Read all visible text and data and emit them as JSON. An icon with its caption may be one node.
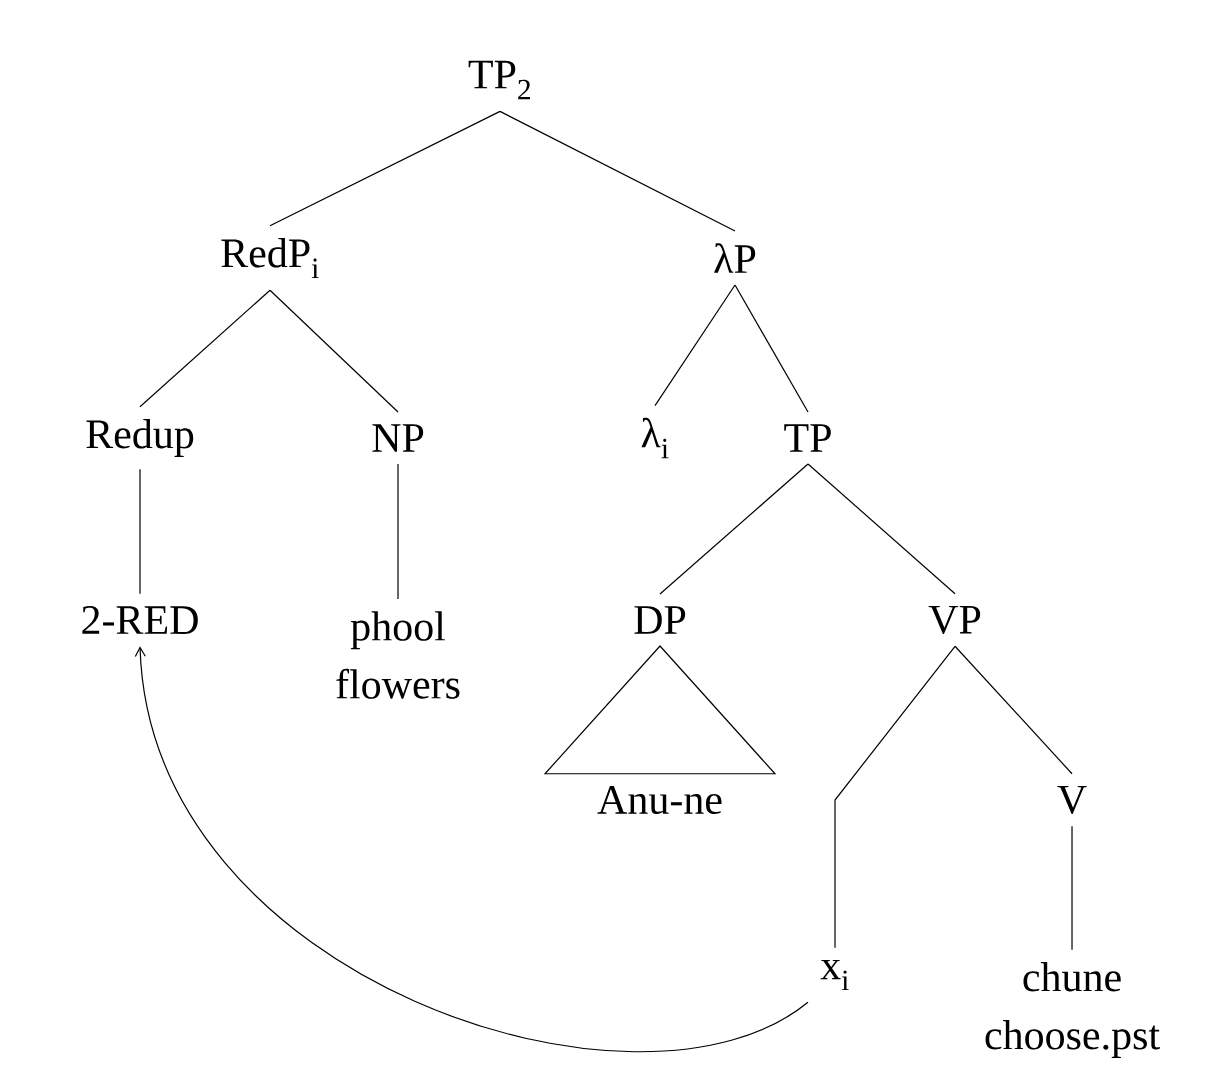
{
  "diagram": {
    "nodes": [
      {
        "text": [
          "TP$_{2}$"
        ]
      },
      {
        "text": [
          "RedP$_{i}$"
        ]
      },
      {
        "text": [
          "λP"
        ]
      },
      {
        "text": [
          "Redup"
        ]
      },
      {
        "text": [
          "NP"
        ]
      },
      {
        "text": [
          "λ$_{i}$"
        ]
      },
      {
        "text": [
          "TP"
        ]
      },
      {
        "text": [
          "2-RED"
        ]
      },
      {
        "text": [
          "phool",
          "flowers"
        ]
      },
      {
        "text": [
          "DP"
        ]
      },
      {
        "text": [
          "VP"
        ]
      },
      {
        "text": [
          "Anu-ne"
        ]
      },
      {
        "text": [
          "x$_{i}$"
        ]
      },
      {
        "text": [
          "V"
        ]
      },
      {
        "text": [
          "chune",
          "choose.pst"
        ]
      }
    ],
    "edges": [
      {
        "from": 0,
        "to": 1,
        "arrow": "none"
      },
      {
        "from": 0,
        "to": 2,
        "arrow": "none"
      },
      {
        "from": 1,
        "to": 3,
        "arrow": "none"
      },
      {
        "from": 1,
        "to": 4,
        "arrow": "none"
      },
      {
        "from": 2,
        "to": 5,
        "arrow": "none"
      },
      {
        "from": 2,
        "to": 6,
        "arrow": "none"
      },
      {
        "from": 3,
        "to": 7,
        "arrow": "none"
      },
      {
        "from": 4,
        "to": 8,
        "arrow": "none"
      },
      {
        "from": 6,
        "to": 9,
        "arrow": "none"
      },
      {
        "from": 6,
        "to": 10,
        "arrow": "none"
      },
      {
        "from": 9,
        "to": 11,
        "arrow": "none"
      },
      {
        "from": 10,
        "to": 12,
        "arrow": "none"
      },
      {
        "from": 10,
        "to": 13,
        "arrow": "none"
      },
      {
        "from": 13,
        "to": 14,
        "arrow": "none"
      },
      {
        "from": 12,
        "to": 7,
        "arrow": "to"
      }
    ]
  }
}
